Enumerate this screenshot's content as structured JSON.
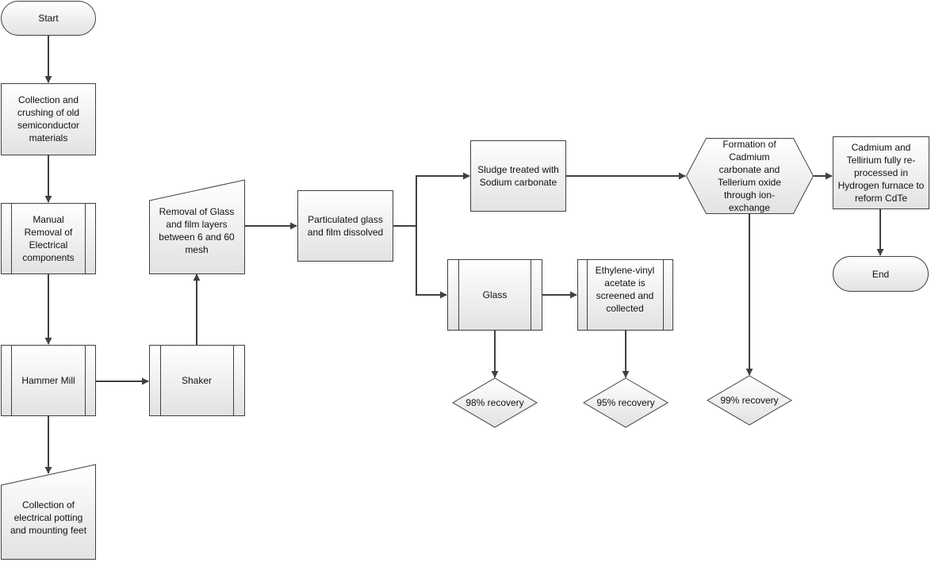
{
  "flowchart": {
    "colors": {
      "stroke": "#404040",
      "fill_top": "#ffffff",
      "fill_bottom": "#e2e2e2",
      "text": "#111111"
    },
    "nodes": {
      "start": {
        "label": "Start",
        "shape": "terminator"
      },
      "collection_crushing": {
        "label": "Collection and\ncrushing of old\nsemiconductor\nmaterials",
        "shape": "process"
      },
      "manual_removal": {
        "label": "Manual\nRemoval of\nElectrical\ncomponents",
        "shape": "predefined-process"
      },
      "hammer_mill": {
        "label": "Hammer Mill",
        "shape": "predefined-process"
      },
      "collection_potting": {
        "label": "Collection of\nelectrical potting\nand mounting feet",
        "shape": "manual-input"
      },
      "shaker": {
        "label": "Shaker",
        "shape": "predefined-process"
      },
      "removal_glass_film": {
        "label": "Removal of Glass\nand film layers\nbetween 6 and 60\nmesh",
        "shape": "manual-input"
      },
      "particulated": {
        "label": "Particulated glass\nand film dissolved",
        "shape": "process"
      },
      "sludge": {
        "label": "Sludge treated with\nSodium carbonate",
        "shape": "process"
      },
      "glass": {
        "label": "Glass",
        "shape": "predefined-process"
      },
      "eva": {
        "label": "Ethylene-vinyl\nacetate is\nscreened and\ncollected",
        "shape": "predefined-process"
      },
      "recovery_98": {
        "label": "98% recovery",
        "shape": "decision"
      },
      "recovery_95": {
        "label": "95% recovery",
        "shape": "decision"
      },
      "formation": {
        "label": "Formation of\nCadmium\ncarbonate and\nTellerium oxide\nthrough ion-\nexchange",
        "shape": "preparation"
      },
      "recovery_99": {
        "label": "99% recovery",
        "shape": "decision"
      },
      "cadmium_tellirium": {
        "label": "Cadmium and\nTellirium fully re-\nprocessed in\nHydrogen furnace to\nreform CdTe",
        "shape": "process"
      },
      "end": {
        "label": "End",
        "shape": "terminator"
      }
    }
  }
}
